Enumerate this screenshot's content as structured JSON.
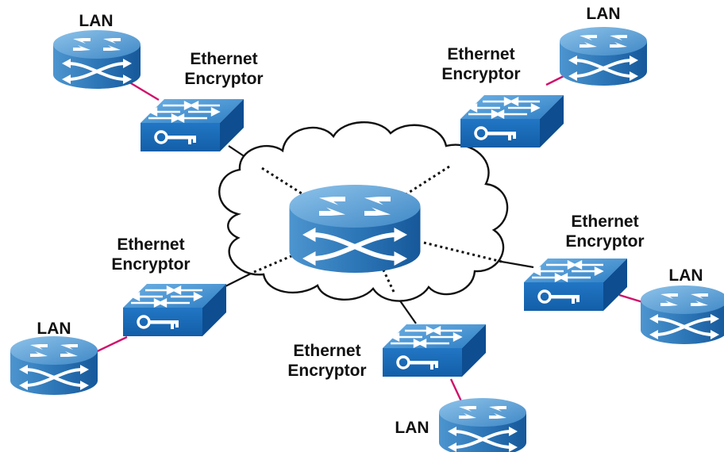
{
  "colors": {
    "device_blue_light": "#5a9fd0",
    "device_blue_dark": "#1a5a9a",
    "encryptor_top": "#3e8fd0",
    "encryptor_front": "#1768b8",
    "encryptor_side": "#0c4d92",
    "link_to_lan": "#d0106a",
    "link_to_cloud": "#111111"
  },
  "core": {
    "name": "core-router",
    "cloud_icon": "cloud-icon",
    "router_icon": "router-icon"
  },
  "nodes": [
    {
      "id": "top-left",
      "lan_label": "LAN",
      "encryptor_label_line1": "Ethernet",
      "encryptor_label_line2": "Encryptor"
    },
    {
      "id": "top-right",
      "lan_label": "LAN",
      "encryptor_label_line1": "Ethernet",
      "encryptor_label_line2": "Encryptor"
    },
    {
      "id": "right",
      "lan_label": "LAN",
      "encryptor_label_line1": "Ethernet",
      "encryptor_label_line2": "Encryptor"
    },
    {
      "id": "bottom",
      "lan_label": "LAN",
      "encryptor_label_line1": "Ethernet",
      "encryptor_label_line2": "Encryptor"
    },
    {
      "id": "left",
      "lan_label": "LAN",
      "encryptor_label_line1": "Ethernet",
      "encryptor_label_line2": "Encryptor"
    }
  ],
  "icons": {
    "encryptor": "key-icon",
    "lan": "router-icon"
  }
}
